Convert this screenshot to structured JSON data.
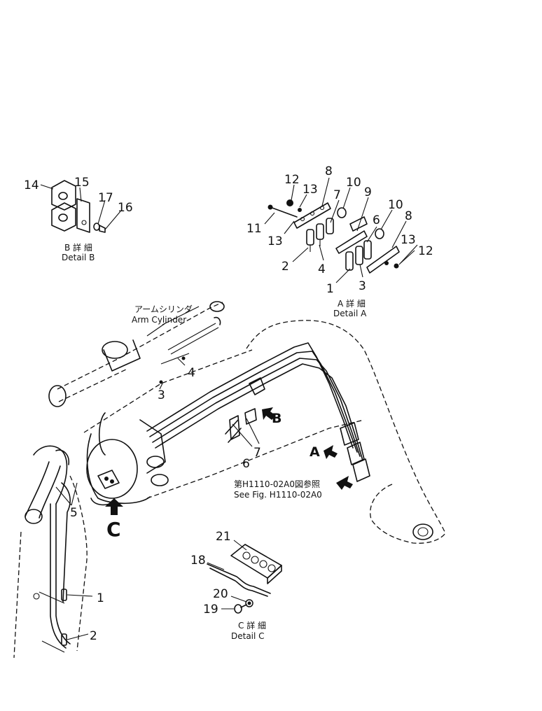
{
  "callouts": {
    "n1": "1",
    "n2": "2",
    "n3": "3",
    "n4": "4",
    "n5": "5",
    "n6": "6",
    "n7": "7",
    "n8": "8",
    "n9": "9",
    "n10": "10",
    "n11": "11",
    "n12": "12",
    "n13": "13",
    "n14": "14",
    "n15": "15",
    "n16": "16",
    "n17": "17",
    "n18": "18",
    "n19": "19",
    "n20": "20",
    "n21": "21"
  },
  "view_letters": {
    "a": "A",
    "b": "B",
    "c": "C"
  },
  "detail_b": {
    "jp": "B 詳 細",
    "en": "Detail B"
  },
  "detail_a": {
    "jp": "A 詳 細",
    "en": "Detail A"
  },
  "detail_c": {
    "jp": "C 詳 細",
    "en": "Detail C"
  },
  "arm_cylinder": {
    "jp": "アームシリンダ",
    "en": "Arm Cylinder"
  },
  "see_fig": {
    "jp": "第H1110-02A0図参照",
    "en": "See Fig. H1110-02A0"
  }
}
